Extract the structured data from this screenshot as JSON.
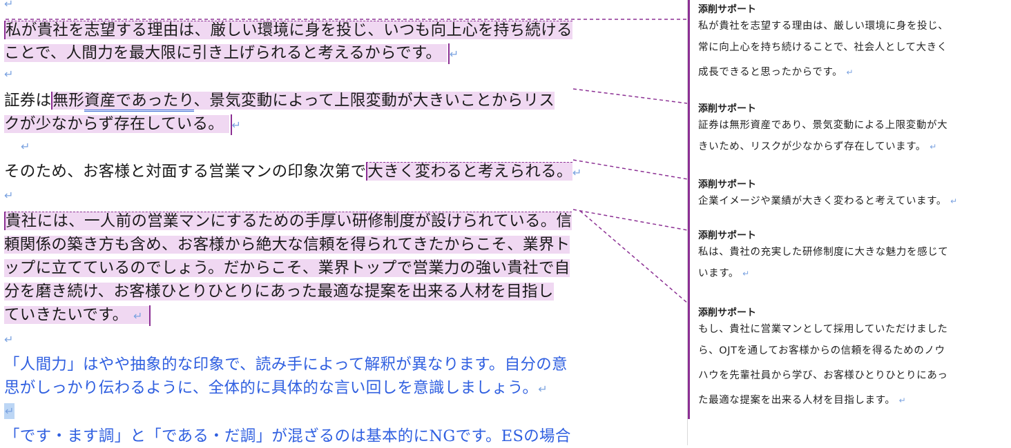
{
  "return_mark": "↵",
  "document": {
    "p1": [
      "私が貴社を志望する理由は、厳しい環境に身を投じ、いつも向上心を持ち続ける",
      "ことで、人間力を最大限に引き上げられると考えるからです。"
    ],
    "p2_pre": "証券は",
    "p2_hl_a": "無形",
    "p2_hl_b": "資産であったり",
    "p2_hl_c": "、景気変動によって上限変動が大きいことからリス",
    "p2_line2": "クが少なからず存在している。",
    "p3_pre": "そのため、お客様と対面する営業マンの印象次第で",
    "p3_hl": "大きく変わると考えられる。",
    "p4": [
      "貴社には、一人前の営業マンにするための手厚い研修制度が設けられている。信",
      "頼関係の築き方も含め、お客様から絶大な信頼を得られてきたからこそ、業界ト",
      "ップに立てているのでしょう。だからこそ、業界トップで営業力の強い貴社で自",
      "分を磨き続け、お客様ひとりひとりにあった最適な提案を出来る人材を目指し",
      "ていきたいです。"
    ],
    "note1": [
      "「人間力」はやや抽象的な印象で、読み手によって解釈が異なります。自分の意",
      "思がしっかり伝わるように、全体的に具体的な言い回しを意識しましょう。"
    ],
    "note2": "「です・ます調」と「である・だ調」が混ざるのは基本的にNGです。ESの場合"
  },
  "comments": [
    {
      "author": "添削サポート",
      "lines": [
        "私が貴社を志望する理由は、厳しい環境に身を投じ、",
        "常に向上心を持ち続けることで、社会人として大きく",
        "成長できると思ったからです。"
      ]
    },
    {
      "author": "添削サポート",
      "lines": [
        "証券は無形資産であり、景気変動による上限変動が大",
        "きいため、リスクが少なからず存在しています。"
      ]
    },
    {
      "author": "添削サポート",
      "lines": [
        "企業イメージや業績が大きく変わると考えています。"
      ]
    },
    {
      "author": "添削サポート",
      "lines": [
        "私は、貴社の充実した研修制度に大きな魅力を感じて",
        "います。"
      ]
    },
    {
      "author": "添削サポート",
      "lines": [
        "もし、貴社に営業マンとして採用していただけました",
        "ら、OJTを通してお客様からの信頼を得るためのノウ",
        "ハウを先輩社員から学び、お客様ひとりひとりにあっ",
        "た最適な提案を出来る人材を目指します。"
      ]
    }
  ],
  "colors": {
    "highlight": "#f0d8f2",
    "comment_accent": "#8b2f93",
    "note_text": "#2f5fe0",
    "selection": "#bcd6f5"
  }
}
